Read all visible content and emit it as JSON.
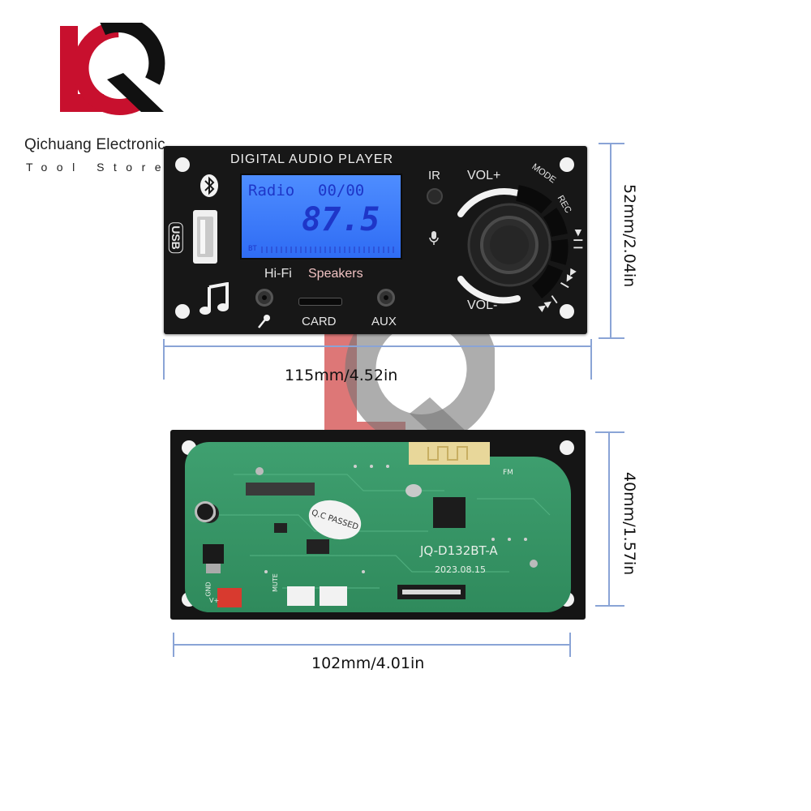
{
  "store": {
    "name": "Qichuang Electronic",
    "subtitle": "Tool Store",
    "logo_letters": "LQ",
    "colors": {
      "red": "#c8102e",
      "black": "#111111"
    }
  },
  "front_panel": {
    "title": "DIGITAL AUDIO PLAYER",
    "lcd": {
      "mode": "Radio",
      "track": "00/00",
      "frequency": "87.5",
      "bottom_label": "BT"
    },
    "labels": {
      "speakers_prefix": "Hi-Fi",
      "speakers_word": "Speakers",
      "ir": "IR",
      "vol_up": "VOL+",
      "vol_down": "VOL-",
      "mode": "MODE",
      "rec": "REC",
      "card": "CARD",
      "aux": "AUX",
      "usb": "USB"
    },
    "icons": [
      "bluetooth-icon",
      "music-note-icon",
      "microphone-icon",
      "play-pause-icon",
      "prev-icon",
      "next-icon"
    ]
  },
  "back_board": {
    "model": "JQ-D132BT-A",
    "date": "2023.08.15",
    "qc_text": "Q.C PASSED",
    "connector_labels": {
      "mute": "MUTE",
      "gnd": "GND",
      "vplus": "V+",
      "fm": "FM"
    }
  },
  "dimensions": {
    "front_width": "115mm/4.52in",
    "front_height": "52mm/2.04in",
    "back_width": "102mm/4.01in",
    "back_height": "40mm/1.57in"
  }
}
